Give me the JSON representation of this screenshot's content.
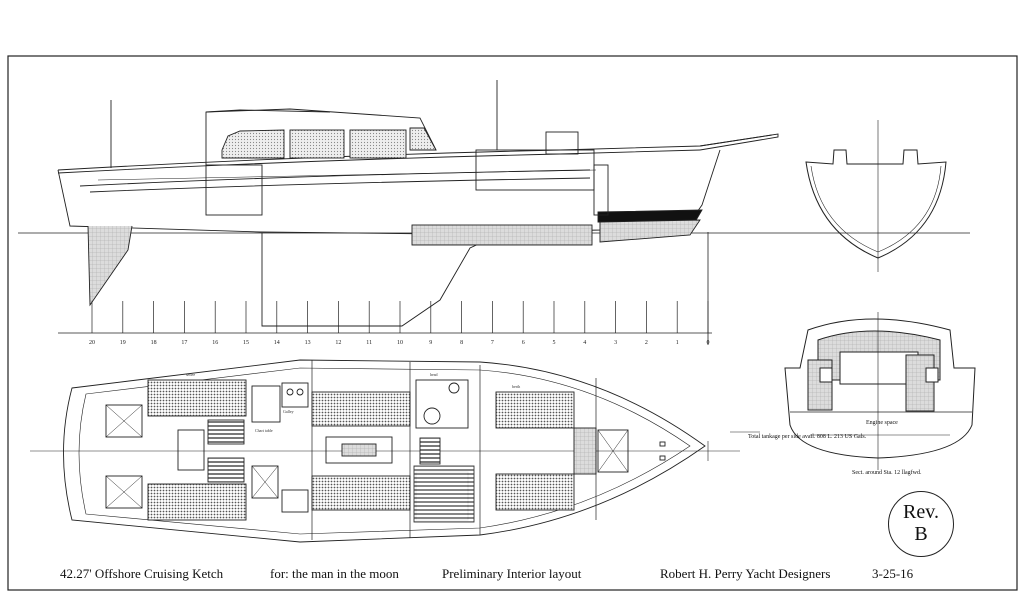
{
  "title_block": {
    "boat": "42.27' Offshore Cruising Ketch",
    "client": "for: the man in the moon",
    "drawing": "Preliminary Interior layout",
    "designer": "Robert H. Perry Yacht Designers",
    "date": "3-25-16"
  },
  "revision": {
    "line1": "Rev.",
    "line2": "B"
  },
  "stations": [
    "20",
    "19",
    "18",
    "17",
    "16",
    "15",
    "14",
    "13",
    "12",
    "11",
    "10",
    "9",
    "8",
    "7",
    "6",
    "5",
    "4",
    "3",
    "2",
    "1",
    "0"
  ],
  "notes": {
    "tankage": "Total tankage per side avail. 808 L. 213 US Gals.",
    "section": "Sect. around Sta. 12 llagfwd.",
    "engine": "Engine space"
  },
  "labels": {
    "settee": "settee",
    "nav": "Chart table",
    "galley": "Galley",
    "head": "head",
    "berth": "berth"
  }
}
